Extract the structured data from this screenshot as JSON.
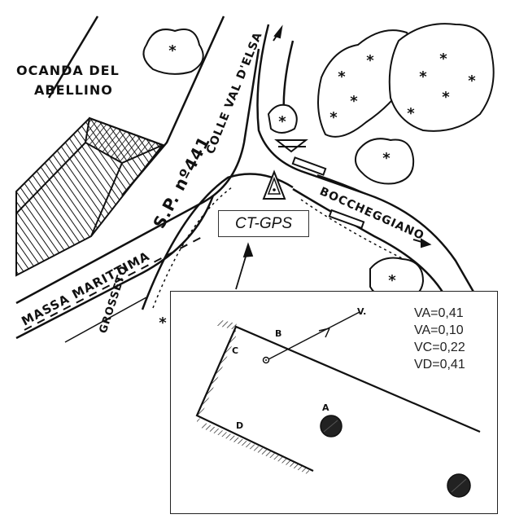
{
  "map": {
    "labels": {
      "locanda_line1": "OCANDA DEL",
      "locanda_line2": "ABELLINO",
      "road_sp": "S.P. nº441",
      "colle": "COLLE VAL D'ELSA",
      "bocche": "BOCCHEGGIANO",
      "massa": "MASSA MARITTIMA",
      "grosseto": "GROSSETO"
    },
    "marker": {
      "label": "CT-GPS",
      "icon": "triangle-survey-point-icon"
    }
  },
  "inset": {
    "points": {
      "a": "A",
      "b": "B",
      "c": "C",
      "d": "D",
      "v": "V."
    },
    "legend": [
      "VA=0,41",
      "VA=0,10",
      "VC=0,22",
      "VD=0,41"
    ]
  }
}
